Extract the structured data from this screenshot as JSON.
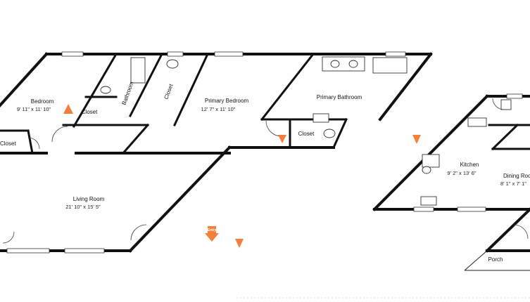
{
  "rooms": {
    "bedroom": {
      "name": "Bedroom",
      "dims": "9' 11\" x 11' 10\""
    },
    "bathroom": {
      "name": "Bathroom"
    },
    "closet_vertical": {
      "name": "Closet"
    },
    "primary_bedroom": {
      "name": "Primary Bedroom",
      "dims": "12' 7\" x 11' 10\""
    },
    "primary_bathroom": {
      "name": "Primary Bathroom"
    },
    "closet_bedroom": {
      "name": "Closet"
    },
    "closet_primary": {
      "name": "Closet"
    },
    "closet_left": {
      "name": "Closet"
    },
    "living_room": {
      "name": "Living Room",
      "dims": "21' 10\" x 15' 5\""
    },
    "kitchen": {
      "name": "Kitchen",
      "dims": "9' 2\" x 13' 6\""
    },
    "dining_room": {
      "name": "Dining Room",
      "dims": "8' 1\" x 7' 1\""
    },
    "porch": {
      "name": "Porch"
    }
  },
  "entrance_marker": "Entry",
  "colors": {
    "walls": "#111111",
    "markers": "#f47f3a",
    "background": "#ffffff"
  }
}
